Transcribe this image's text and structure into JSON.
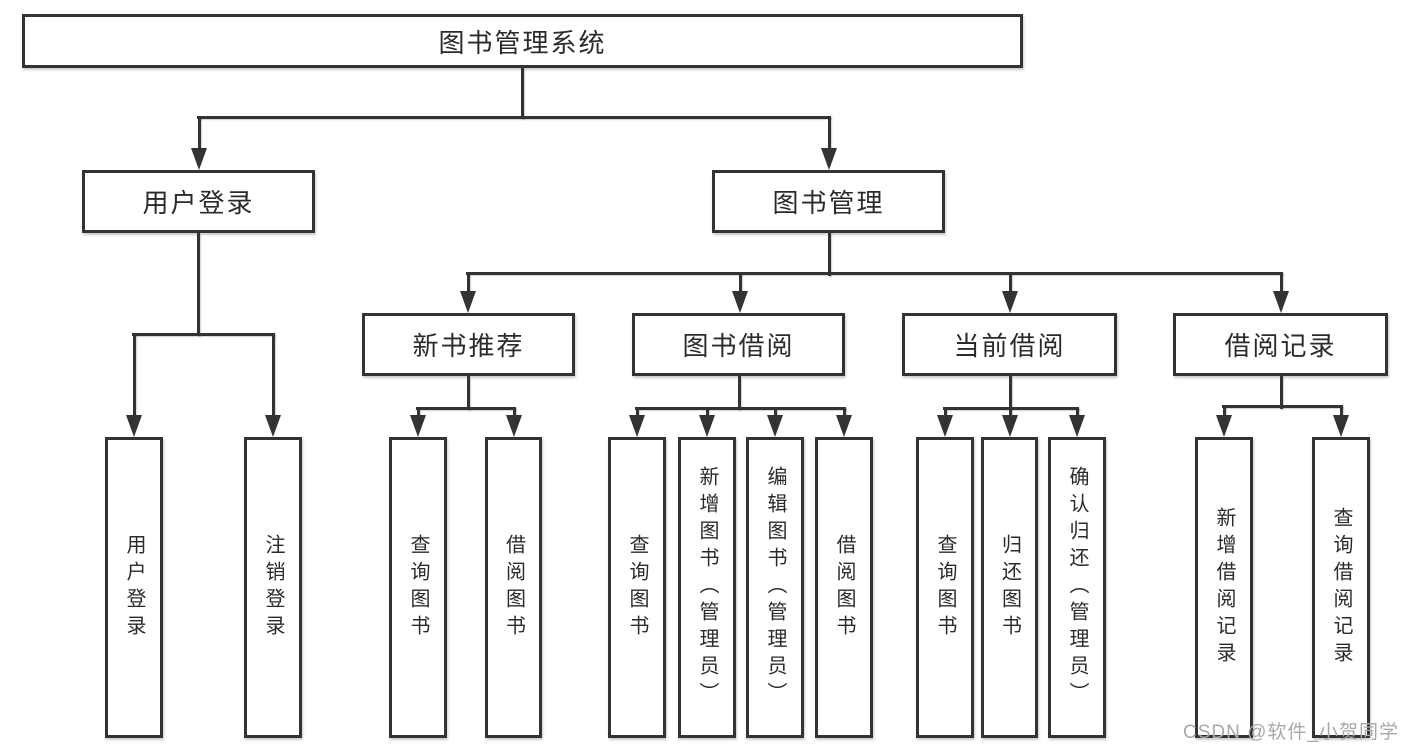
{
  "diagram": {
    "title": "图书管理系统",
    "root": {
      "label": "图书管理系统"
    },
    "level2": [
      {
        "label": "用户登录"
      },
      {
        "label": "图书管理"
      }
    ],
    "level3": [
      {
        "label": "新书推荐"
      },
      {
        "label": "图书借阅"
      },
      {
        "label": "当前借阅"
      },
      {
        "label": "借阅记录"
      }
    ],
    "leaves": {
      "user_login": [
        {
          "label": "用户登录"
        },
        {
          "label": "注销登录"
        }
      ],
      "new_books": [
        {
          "label": "查询图书"
        },
        {
          "label": "借阅图书"
        }
      ],
      "book_borrow": [
        {
          "label": "查询图书"
        },
        {
          "label": "新增图书（管理员）"
        },
        {
          "label": "编辑图书（管理员）"
        },
        {
          "label": "借阅图书"
        }
      ],
      "current_borrow": [
        {
          "label": "查询图书"
        },
        {
          "label": "归还图书"
        },
        {
          "label": "确认归还（管理员）"
        }
      ],
      "borrow_records": [
        {
          "label": "新增借阅记录"
        },
        {
          "label": "查询借阅记录"
        }
      ]
    }
  },
  "watermark": {
    "text": "CSDN @软件_小贺同学"
  },
  "colors": {
    "line": "#333333",
    "text": "#2b2b2b",
    "watermark": "#a8a8ad",
    "background": "#ffffff"
  }
}
